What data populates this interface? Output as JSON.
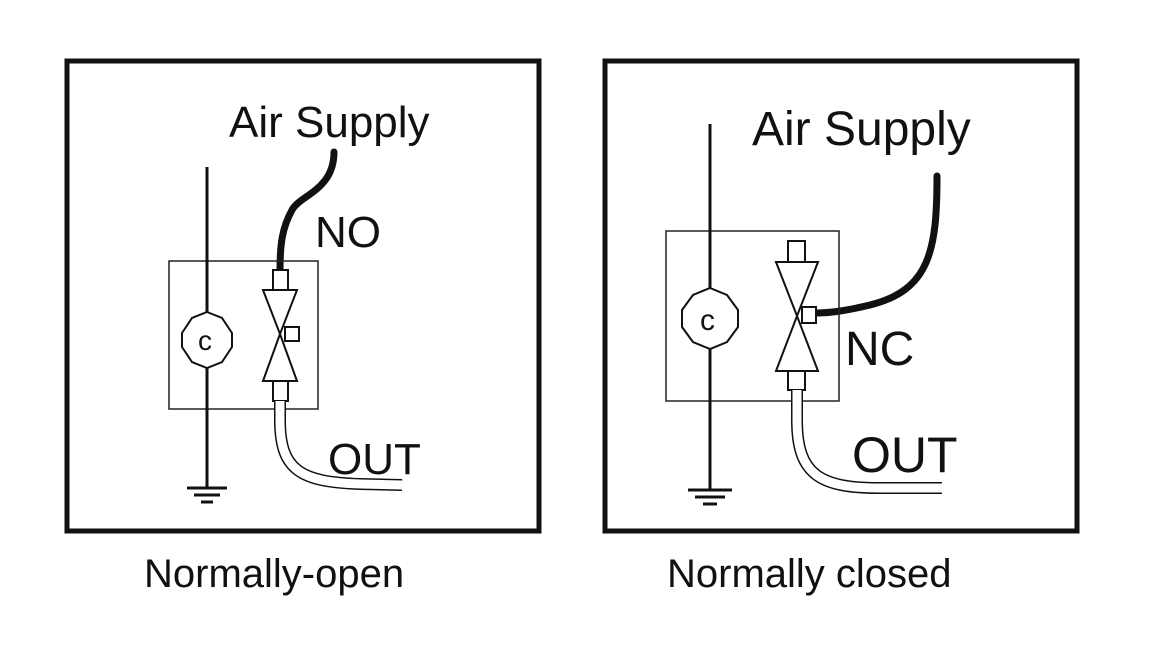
{
  "panels": [
    {
      "id": "normally-open",
      "air_supply_label": "Air Supply",
      "port_label": "NO",
      "out_label": "OUT",
      "controller_label": "c",
      "caption": "Normally-open"
    },
    {
      "id": "normally-closed",
      "air_supply_label": "Air Supply",
      "port_label": "NC",
      "out_label": "OUT",
      "controller_label": "c",
      "caption": "Normally closed"
    }
  ],
  "colors": {
    "line": "#111111",
    "background": "#ffffff"
  }
}
